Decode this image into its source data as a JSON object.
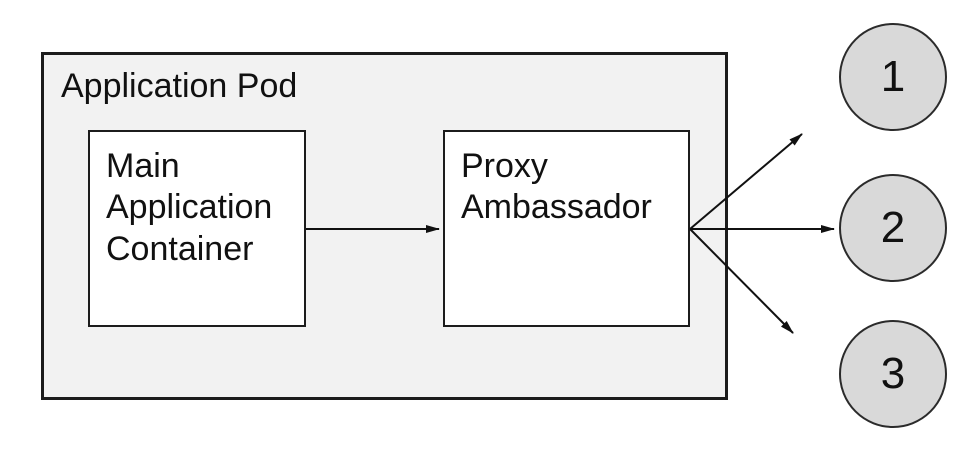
{
  "diagram": {
    "pod_label": "Application Pod",
    "nodes": [
      {
        "label": "Main Application Container"
      },
      {
        "label": "Proxy Ambassador"
      }
    ],
    "endpoints": [
      {
        "label": "1"
      },
      {
        "label": "2"
      },
      {
        "label": "3"
      }
    ],
    "connections": [
      {
        "from": "Main Application Container",
        "to": "Proxy Ambassador"
      },
      {
        "from": "Proxy Ambassador",
        "to": "1"
      },
      {
        "from": "Proxy Ambassador",
        "to": "2"
      },
      {
        "from": "Proxy Ambassador",
        "to": "3"
      }
    ],
    "colors": {
      "canvas_bg": "#ffffff",
      "pod_fill": "#f2f2f2",
      "node_fill": "#ffffff",
      "endpoint_fill": "#d9d9d9",
      "stroke": "#1c1c1c",
      "arrow": "#111111",
      "text": "#111111"
    }
  }
}
